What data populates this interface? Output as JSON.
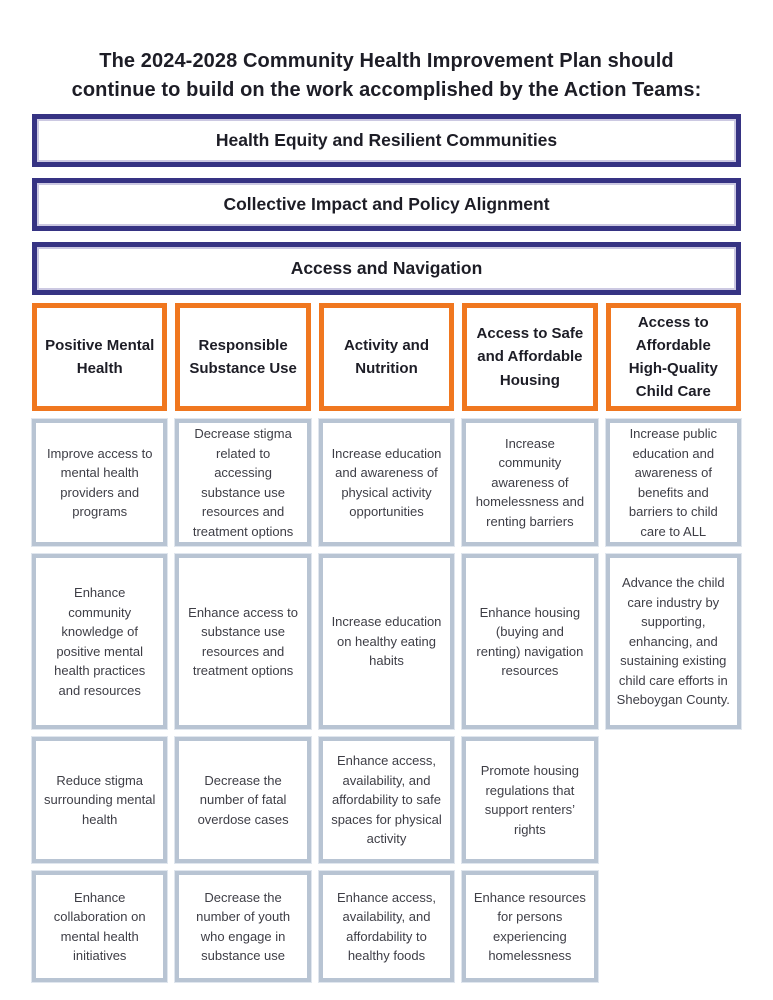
{
  "title": "The 2024-2028 Community Health Improvement Plan should continue to build on the work accomplished by the Action Teams:",
  "banners": [
    "Health Equity and Resilient Communities",
    "Collective Impact and Policy Alignment",
    "Access and Navigation"
  ],
  "columns": [
    {
      "header": "Positive Mental Health",
      "items": [
        "Improve access to mental health providers and programs",
        "Enhance community knowledge of positive mental health practices and resources",
        "Reduce stigma surrounding mental health",
        "Enhance collaboration on mental health initiatives"
      ]
    },
    {
      "header": "Responsible Substance Use",
      "items": [
        "Decrease stigma related to accessing substance use resources and treatment options",
        "Enhance access to substance use resources and treatment options",
        "Decrease the number of fatal overdose cases",
        "Decrease the number of youth who engage in substance use"
      ]
    },
    {
      "header": "Activity and Nutrition",
      "items": [
        "Increase education and awareness of physical activity opportunities",
        "Increase education on healthy eating habits",
        "Enhance access, availability, and affordability to safe spaces for physical activity",
        "Enhance access, availability, and affordability to healthy foods"
      ]
    },
    {
      "header": "Access to Safe and Affordable Housing",
      "items": [
        "Increase community awareness of homelessness and renting barriers",
        "Enhance housing (buying and renting) navigation resources",
        "Promote housing regulations that support renters’ rights",
        "Enhance resources for persons experiencing homelessness"
      ]
    },
    {
      "header": "Access to Affordable High-Quality Child Care",
      "items": [
        "Increase public education and awareness of benefits and barriers to child care to ALL",
        "Advance the child care industry by supporting, enhancing, and sustaining existing child care efforts in Sheboygan County."
      ]
    }
  ],
  "colors": {
    "navy_border": "#363383",
    "navy_inner_line": "#CCC9E2",
    "orange_border": "#F0771F",
    "item_border": "#B8C4D3",
    "heading_text": "#1D1D26",
    "body_text": "#3E3E46"
  }
}
